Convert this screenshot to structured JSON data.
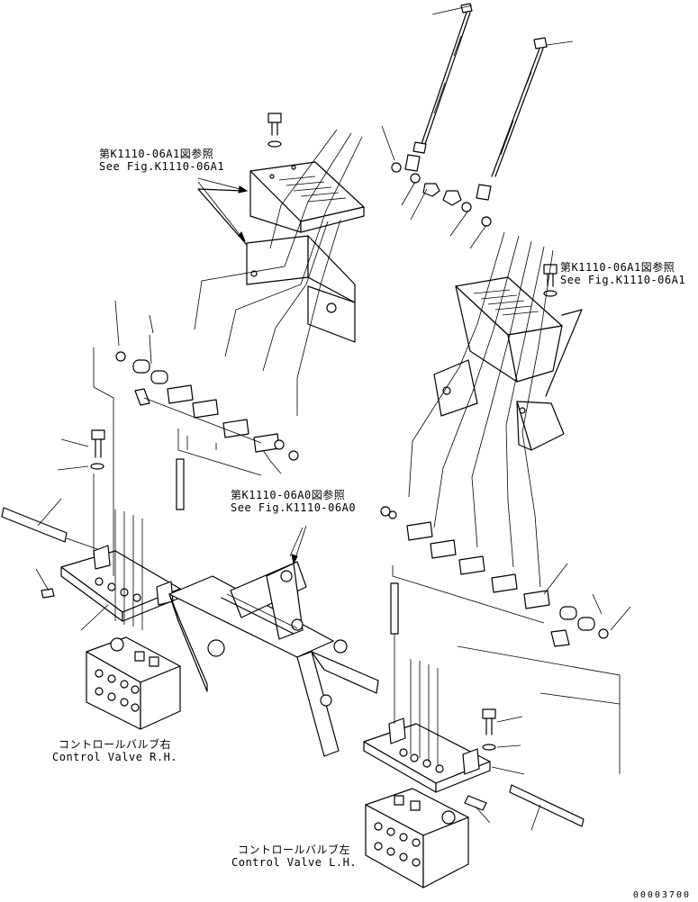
{
  "labels": {
    "ref_a1_left": {
      "jp": "第K1110-06A1図参照",
      "en": "See Fig.K1110-06A1"
    },
    "ref_a1_right": {
      "jp": "第K1110-06A1図参照",
      "en": "See Fig.K1110-06A1"
    },
    "ref_a0": {
      "jp": "第K1110-06A0図参照",
      "en": "See Fig.K1110-06A0"
    },
    "valve_rh": {
      "jp": "コントロールバルブ右",
      "en": "Control Valve R.H."
    },
    "valve_lh": {
      "jp": "コントロールバルブ左",
      "en": "Control Valve L.H."
    }
  },
  "drawing_code": "00003700"
}
